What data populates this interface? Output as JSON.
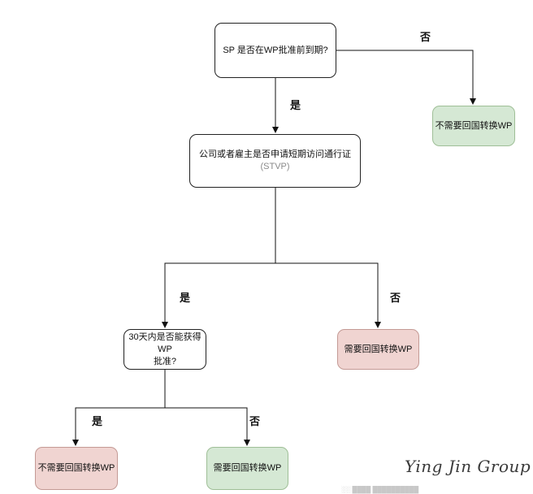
{
  "nodes": {
    "sp_expire": "SP 是否在WP批准前到期?",
    "stvp": "公司或者雇主是否申请短期访问通行证",
    "stvp_abbr": "(STVP)",
    "wp_30days_line1": "30天内是否能获得WP",
    "wp_30days_line2": "批准?",
    "no_return_top": "不需要回国转换WP",
    "need_return_mid": "需要回国转换WP",
    "no_return_bottom": "不需要回国转换WP",
    "need_return_bottom": "需要回国转换WP"
  },
  "edge_labels": {
    "sp_no": "否",
    "sp_yes": "是",
    "stvp_yes": "是",
    "stvp_no": "否",
    "wp_yes": "是",
    "wp_no": "否"
  },
  "watermark": "Ying Jin Group",
  "footer_text": "░░ ████  ██████████",
  "colors": {
    "line": "#111111",
    "green_fill": "#d5e8d4",
    "red_fill": "#f0d4d1"
  }
}
